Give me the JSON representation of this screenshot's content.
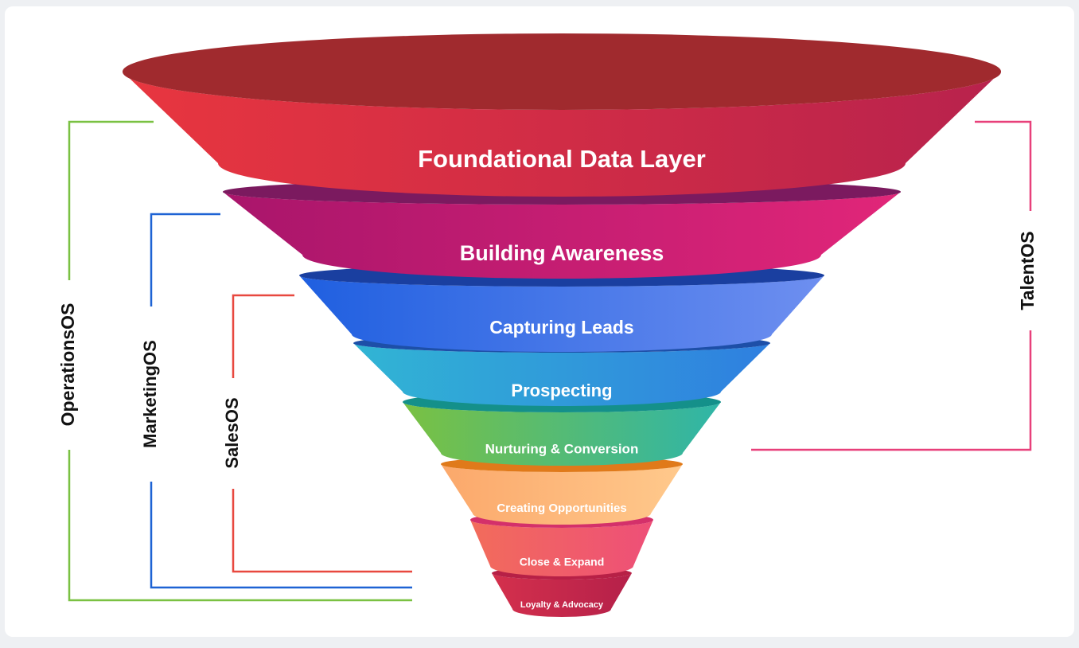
{
  "diagram": {
    "stages": [
      {
        "label": "Foundational Data Layer",
        "top": "#a02a2e",
        "body_left": "#e8363f",
        "body_right": "#b8224d",
        "rim": "#9b2730"
      },
      {
        "label": "Building Awareness",
        "top": "#7b1a5f",
        "body_left": "#a9156b",
        "body_right": "#e12679",
        "rim": "#7b1a5f"
      },
      {
        "label": "Capturing Leads",
        "top": "#1a3fa0",
        "body_left": "#1f5fe0",
        "body_right": "#6e8ff0",
        "rim": "#1a3fa0"
      },
      {
        "label": "Prospecting",
        "top": "#1d4fa8",
        "body_left": "#31b5d4",
        "body_right": "#2f7fe0",
        "rim": "#1d4fa8"
      },
      {
        "label": "Nurturing & Conversion",
        "top": "#14908a",
        "body_left": "#7ac142",
        "body_right": "#2fb5a8",
        "rim": "#14908a"
      },
      {
        "label": "Creating Opportunities",
        "top": "#e07a1a",
        "body_left": "#fba86b",
        "body_right": "#ffc98c",
        "rim": "#e07a1a"
      },
      {
        "label": "Close & Expand",
        "top": "#d4306a",
        "body_left": "#f26c5b",
        "body_right": "#ee4f78",
        "rim": "#d4306a"
      },
      {
        "label": "Loyalty & Advocacy",
        "top": "#b72046",
        "body_left": "#d4304c",
        "body_right": "#b5204a",
        "rim": "#b72046"
      }
    ],
    "brackets": [
      {
        "label": "OperationsOS",
        "color": "#7ac142"
      },
      {
        "label": "MarketingOS",
        "color": "#1e63d4"
      },
      {
        "label": "SalesOS",
        "color": "#e8483f"
      },
      {
        "label": "TalentOS",
        "color": "#e8407a"
      }
    ]
  }
}
